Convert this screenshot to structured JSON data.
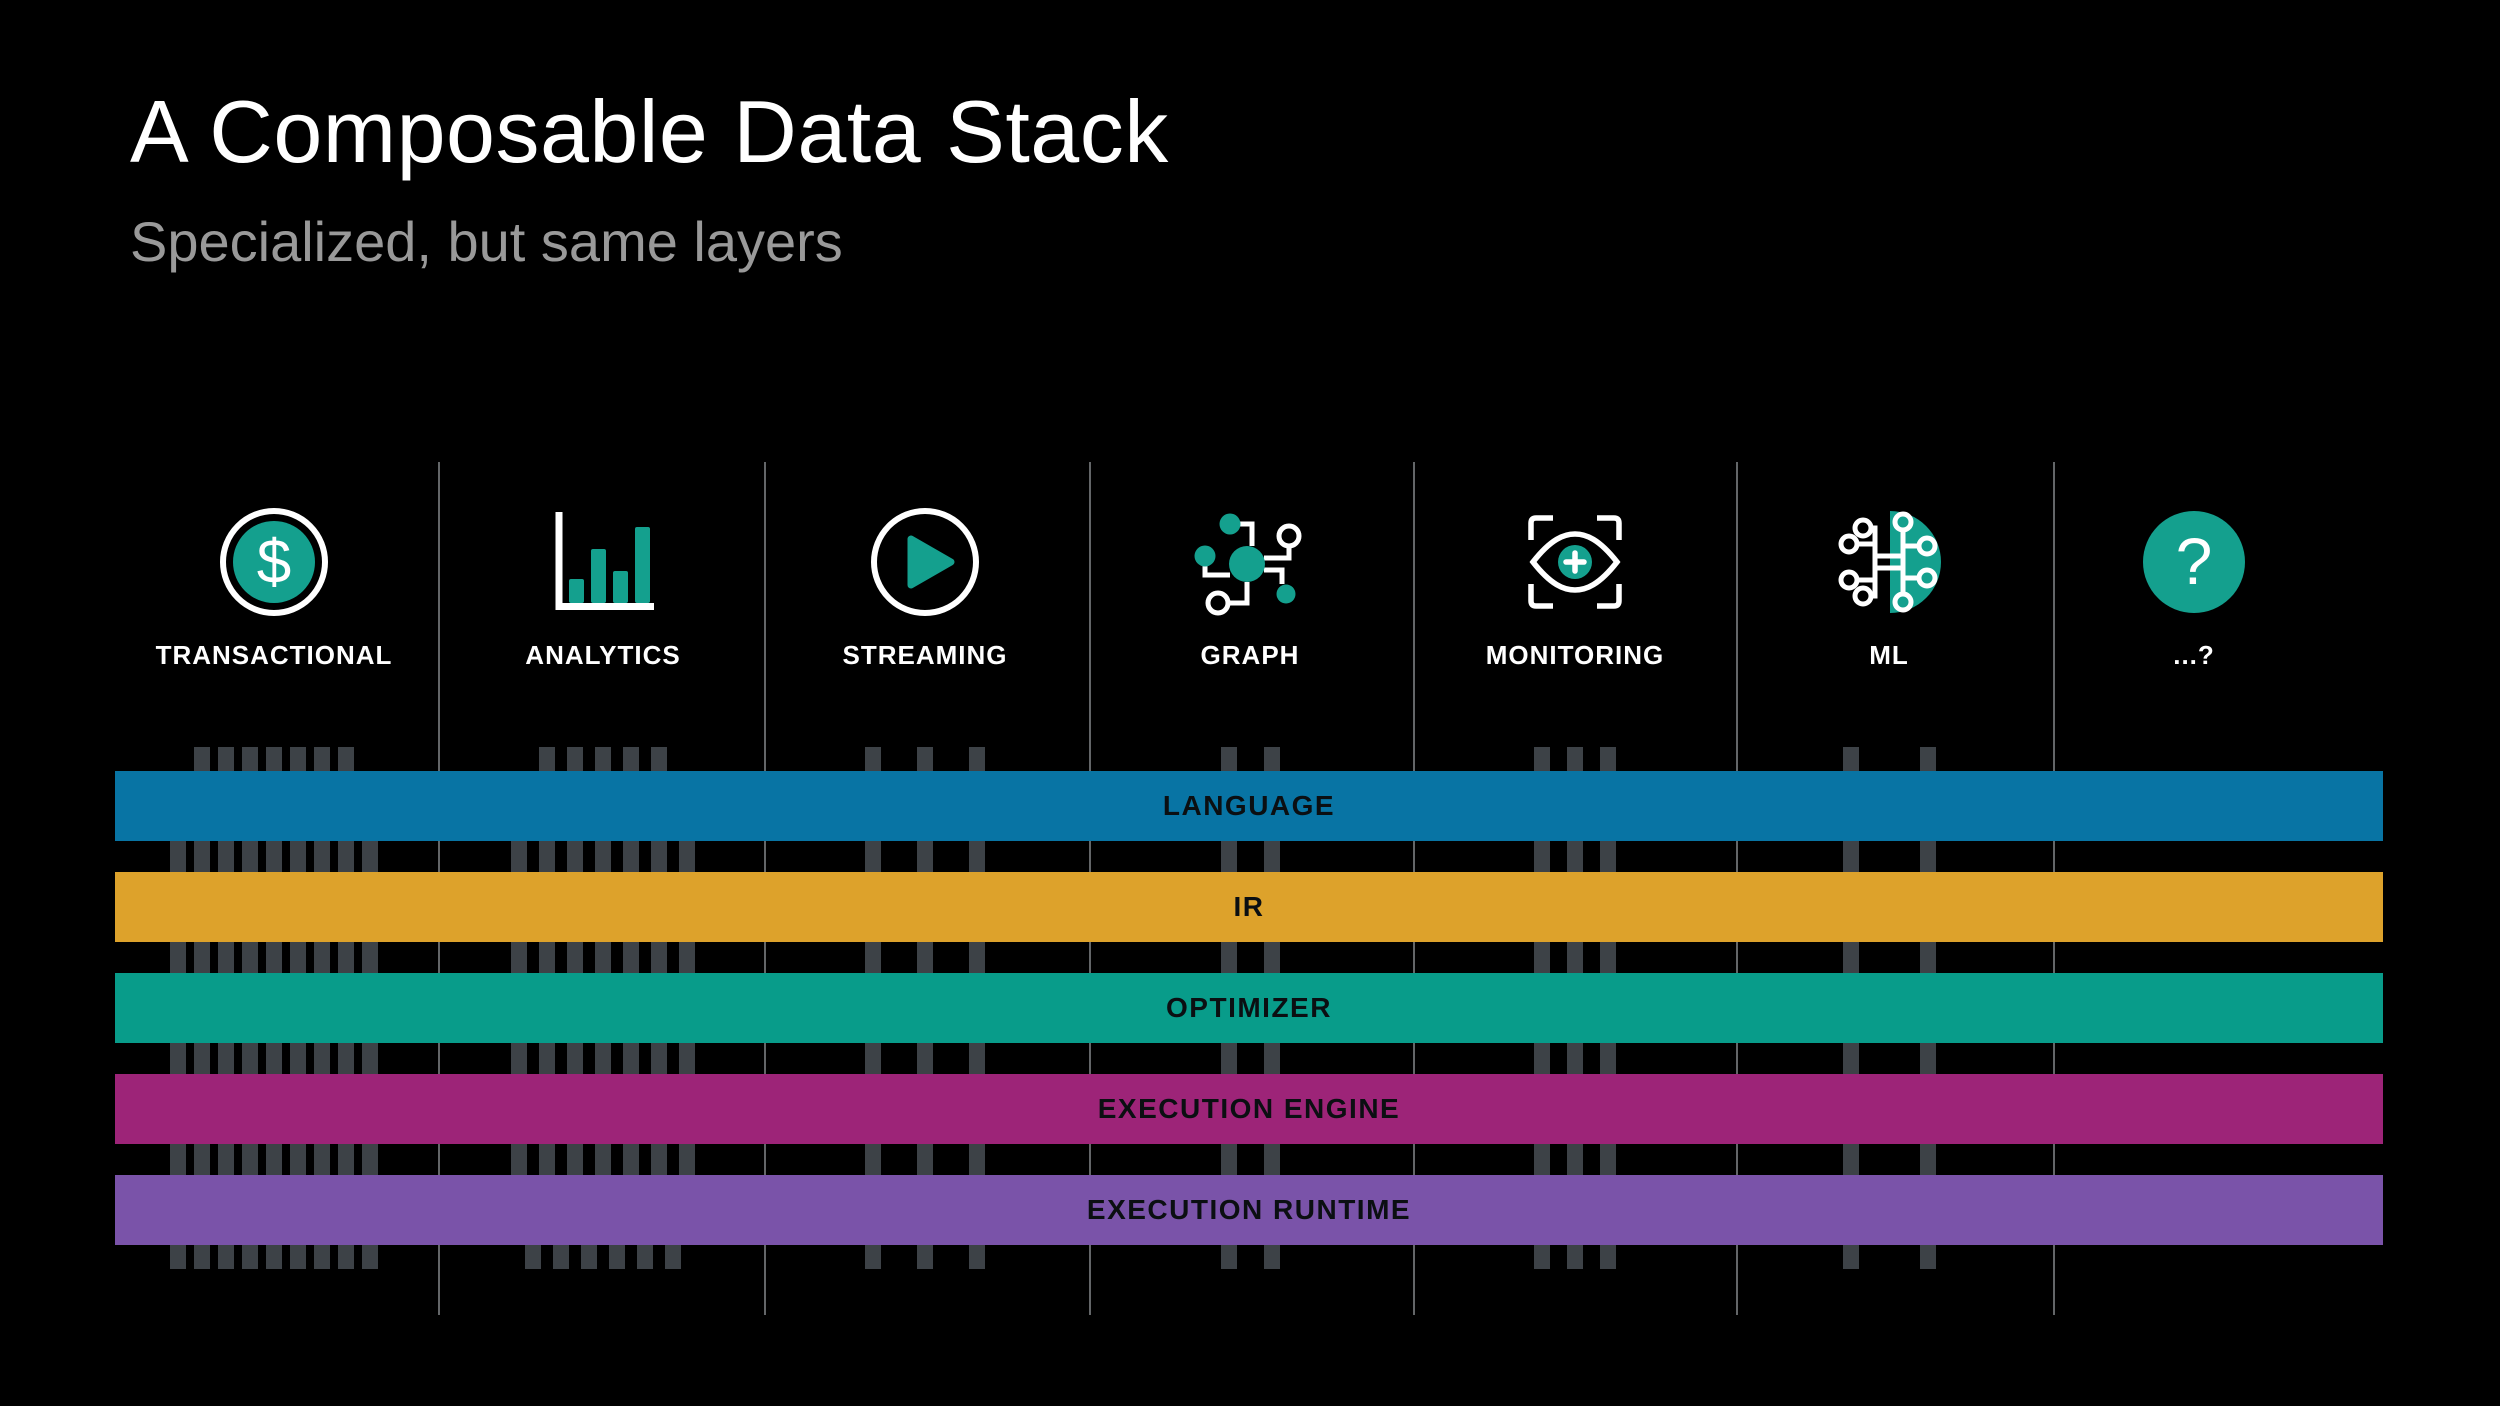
{
  "slide": {
    "title": "A Composable Data Stack",
    "subtitle": "Specialized, but same layers",
    "background": "#000000",
    "title_color": "#ffffff",
    "subtitle_color": "#999999",
    "accent_teal": "#14a08e",
    "divider_color": "#84888b",
    "pin_color": "#3d4247",
    "bar_label_color": "#0b0f12"
  },
  "columns": [
    {
      "label": "TRANSACTIONAL",
      "icon": "dollar-icon",
      "icon_glyph": "$",
      "pins": [
        7,
        9,
        9,
        9,
        9,
        9
      ],
      "pin_pitch": 24
    },
    {
      "label": "ANALYTICS",
      "icon": "bar-chart-icon",
      "icon_glyph": "",
      "pins": [
        5,
        7,
        7,
        7,
        7,
        6
      ],
      "pin_pitch": 28
    },
    {
      "label": "STREAMING",
      "icon": "play-icon",
      "icon_glyph": "",
      "pins": [
        3,
        3,
        3,
        3,
        3,
        3
      ],
      "pin_pitch": 52
    },
    {
      "label": "GRAPH",
      "icon": "network-graph-icon",
      "icon_glyph": "",
      "pins": [
        2,
        2,
        2,
        2,
        2,
        2
      ],
      "pin_pitch": 43
    },
    {
      "label": "MONITORING",
      "icon": "eye-scan-icon",
      "icon_glyph": "",
      "pins": [
        3,
        3,
        3,
        3,
        3,
        3
      ],
      "pin_pitch": 33
    },
    {
      "label": "ML",
      "icon": "brain-circuit-icon",
      "icon_glyph": "",
      "pins": [
        2,
        2,
        2,
        2,
        2,
        2
      ],
      "pin_pitch": 77
    },
    {
      "label": "...?",
      "icon": "question-icon",
      "icon_glyph": "?",
      "pins": [
        0,
        0,
        0,
        0,
        0,
        0
      ],
      "pin_pitch": 0
    }
  ],
  "layers": [
    {
      "label": "LANGUAGE",
      "color": "#0874a4"
    },
    {
      "label": "IR",
      "color": "#dda22b"
    },
    {
      "label": "OPTIMIZER",
      "color": "#089c8a"
    },
    {
      "label": "EXECUTION ENGINE",
      "color": "#9d2478"
    },
    {
      "label": "EXECUTION RUNTIME",
      "color": "#7a53a9"
    }
  ]
}
